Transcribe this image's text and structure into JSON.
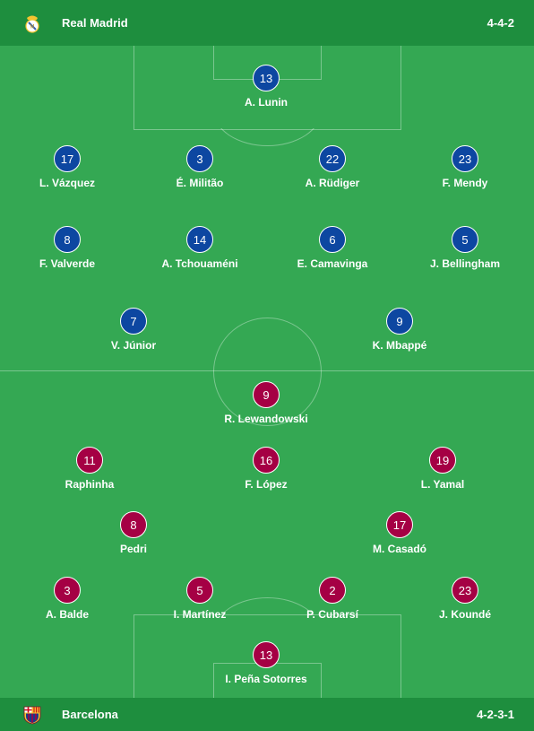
{
  "home": {
    "name": "Real Madrid",
    "formation": "4-4-2",
    "logo": "real-madrid-crest-icon",
    "color": "#0d47a1",
    "players": [
      {
        "number": "13",
        "name": "A. Lunin"
      },
      {
        "number": "17",
        "name": "L. Vázquez"
      },
      {
        "number": "3",
        "name": "É. Militão"
      },
      {
        "number": "22",
        "name": "A. Rüdiger"
      },
      {
        "number": "23",
        "name": "F. Mendy"
      },
      {
        "number": "8",
        "name": "F. Valverde"
      },
      {
        "number": "14",
        "name": "A. Tchouaméni"
      },
      {
        "number": "6",
        "name": "E. Camavinga"
      },
      {
        "number": "5",
        "name": "J. Bellingham"
      },
      {
        "number": "7",
        "name": "V. Júnior"
      },
      {
        "number": "9",
        "name": "K. Mbappé"
      }
    ]
  },
  "away": {
    "name": "Barcelona",
    "formation": "4-2-3-1",
    "logo": "barcelona-crest-icon",
    "color": "#a50044",
    "players": [
      {
        "number": "9",
        "name": "R. Lewandowski"
      },
      {
        "number": "11",
        "name": "Raphinha"
      },
      {
        "number": "16",
        "name": "F. López"
      },
      {
        "number": "19",
        "name": "L. Yamal"
      },
      {
        "number": "8",
        "name": "Pedri"
      },
      {
        "number": "17",
        "name": "M. Casadó"
      },
      {
        "number": "3",
        "name": "A. Balde"
      },
      {
        "number": "5",
        "name": "I. Martínez"
      },
      {
        "number": "2",
        "name": "P. Cubarsí"
      },
      {
        "number": "23",
        "name": "J. Koundé"
      },
      {
        "number": "13",
        "name": "I. Peña Sotorres"
      }
    ]
  }
}
